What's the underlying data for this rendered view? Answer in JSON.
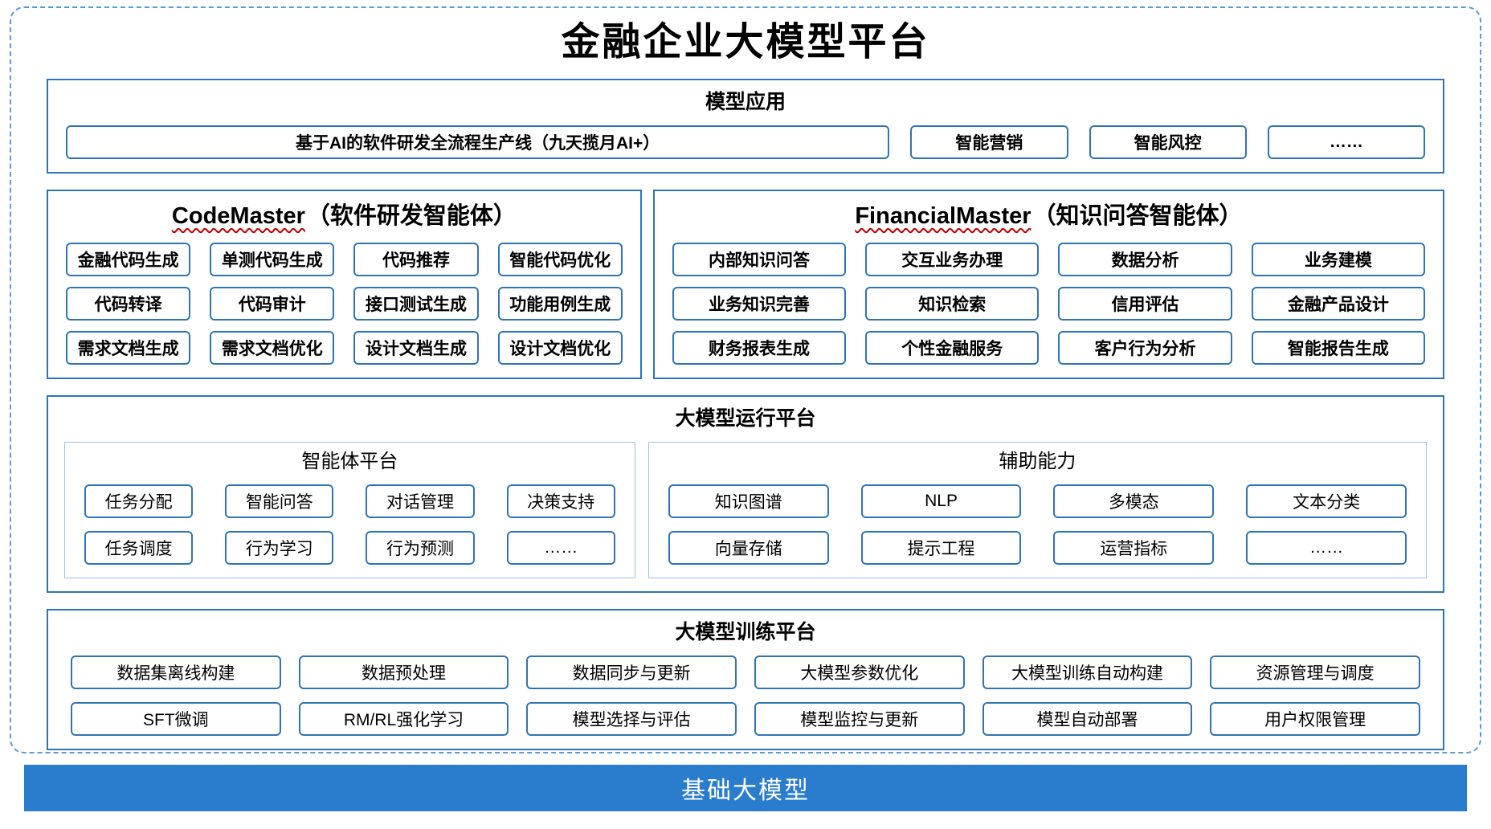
{
  "title": "金融企业大模型平台",
  "colors": {
    "section_border": "#2e75b6",
    "item_border": "#2e75b6",
    "sub_border": "#9dc3e6",
    "dashed_border": "#5b9bd5",
    "foundation_bar": "#2a7ccc",
    "spellcheck_underline": "#c00000"
  },
  "model_app": {
    "header": "模型应用",
    "wide_item": "基于AI的软件研发全流程生产线（九天揽月AI+）",
    "items": [
      "智能营销",
      "智能风控",
      "……"
    ]
  },
  "code_master": {
    "title_en": "CodeMaster",
    "title_zh": "（软件研发智能体）",
    "items": [
      "金融代码生成",
      "单测代码生成",
      "代码推荐",
      "智能代码优化",
      "代码转译",
      "代码审计",
      "接口测试生成",
      "功能用例生成",
      "需求文档生成",
      "需求文档优化",
      "设计文档生成",
      "设计文档优化"
    ]
  },
  "financial_master": {
    "title_en": "FinancialMaster",
    "title_zh": "（知识问答智能体）",
    "items": [
      "内部知识问答",
      "交互业务办理",
      "数据分析",
      "业务建模",
      "业务知识完善",
      "知识检索",
      "信用评估",
      "金融产品设计",
      "财务报表生成",
      "个性金融服务",
      "客户行为分析",
      "智能报告生成"
    ]
  },
  "runtime": {
    "header": "大模型运行平台",
    "agent_platform": {
      "header": "智能体平台",
      "items": [
        "任务分配",
        "智能问答",
        "对话管理",
        "决策支持",
        "任务调度",
        "行为学习",
        "行为预测",
        "……"
      ]
    },
    "aux_capabilities": {
      "header": "辅助能力",
      "items": [
        "知识图谱",
        "NLP",
        "多模态",
        "文本分类",
        "向量存储",
        "提示工程",
        "运营指标",
        "……"
      ]
    }
  },
  "training": {
    "header": "大模型训练平台",
    "items": [
      "数据集离线构建",
      "数据预处理",
      "数据同步与更新",
      "大模型参数优化",
      "大模型训练自动构建",
      "资源管理与调度",
      "SFT微调",
      "RM/RL强化学习",
      "模型选择与评估",
      "模型监控与更新",
      "模型自动部署",
      "用户权限管理"
    ]
  },
  "foundation": {
    "label": "基础大模型"
  }
}
